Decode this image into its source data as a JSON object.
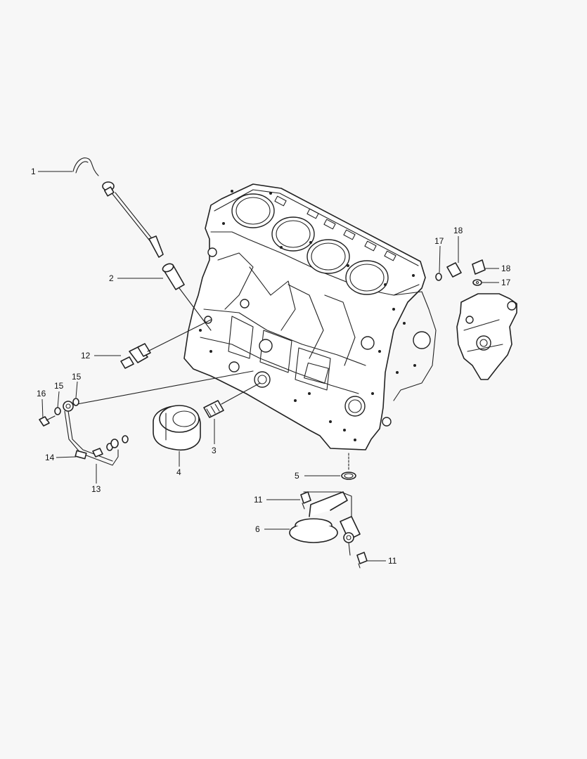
{
  "callouts": {
    "c1": "1",
    "c2": "2",
    "c3": "3",
    "c4": "4",
    "c5": "5",
    "c6": "6",
    "c11a": "11",
    "c11b": "11",
    "c12": "12",
    "c13": "13",
    "c14": "14",
    "c15a": "15",
    "c15b": "15",
    "c16": "16",
    "c17a": "17",
    "c17b": "17",
    "c18a": "18",
    "c18b": "18"
  },
  "colors": {
    "background": "#f7f7f7",
    "line": "#222222",
    "part_fill": "#ffffff"
  }
}
